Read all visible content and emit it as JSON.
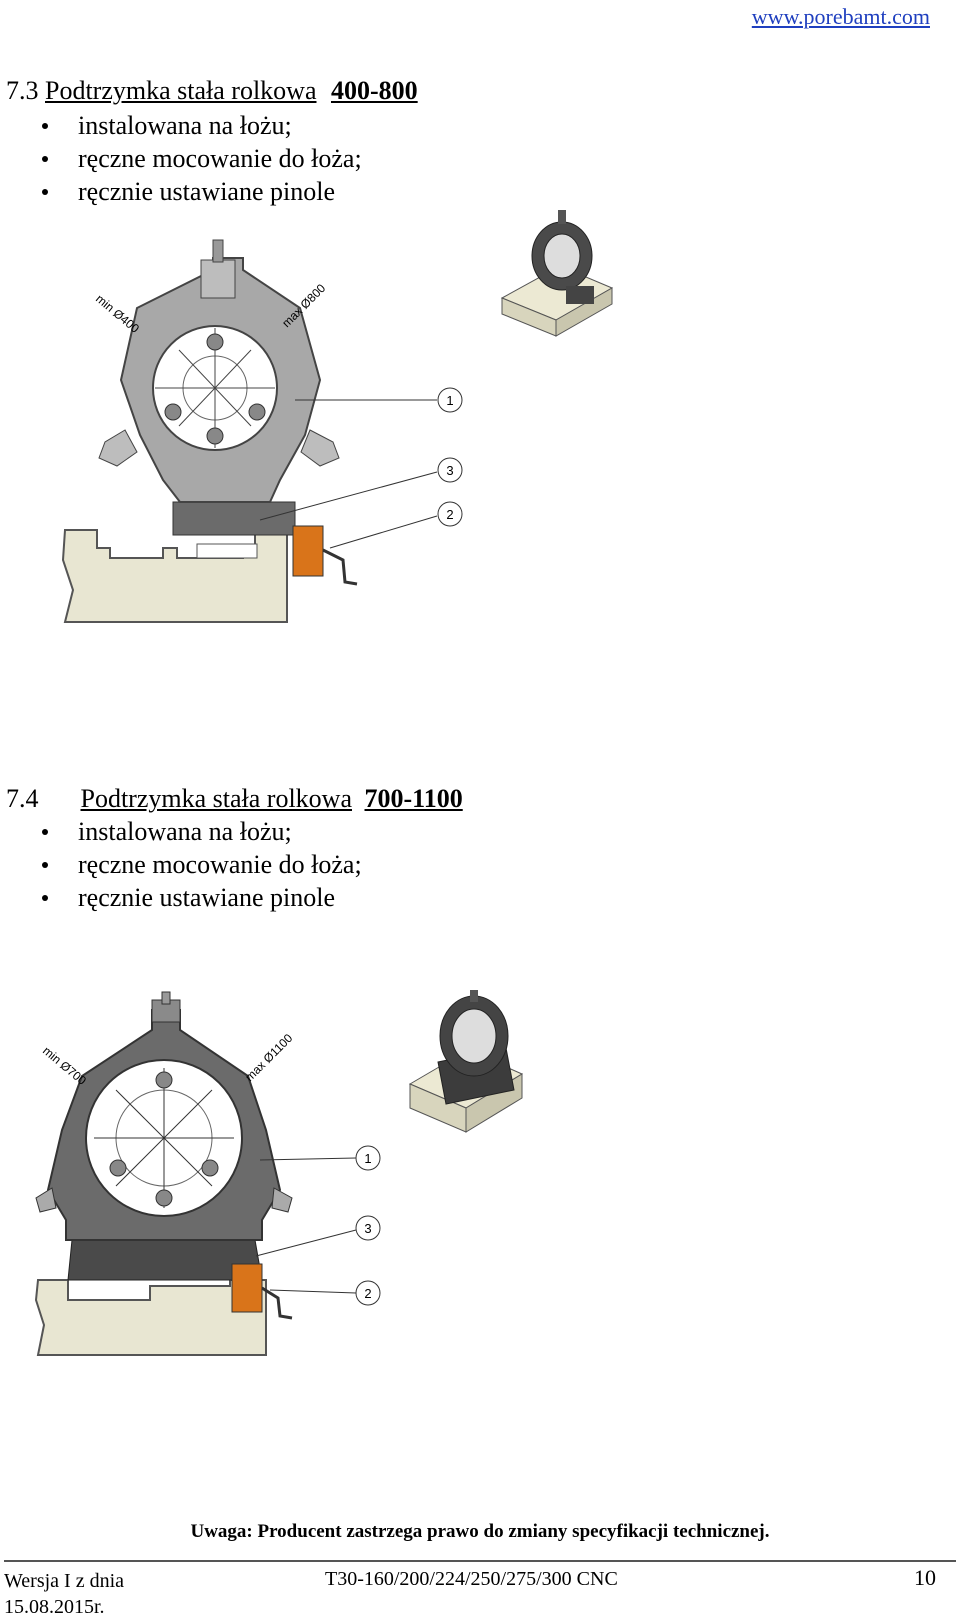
{
  "header": {
    "website": "www.porebamt.com"
  },
  "section_7_3": {
    "number": "7.3",
    "title": "Podtrzymka stała rolkowa",
    "range": "400-800",
    "bullets": [
      "instalowana na łożu;",
      "ręczne mocowanie do łoża;",
      "ręcznie ustawiane pinole"
    ],
    "drawing": {
      "min_label": "min Ø400",
      "max_label": "max Ø800",
      "callouts": [
        "1",
        "3",
        "2"
      ]
    }
  },
  "section_7_4": {
    "number": "7.4",
    "title": "Podtrzymka stała rolkowa",
    "range": "700-1100",
    "bullets": [
      "instalowana na łożu;",
      "ręczne mocowanie do łoża;",
      "ręcznie ustawiane pinole"
    ],
    "drawing": {
      "min_label": "min Ø700",
      "max_label": "max Ø1100",
      "callouts": [
        "1",
        "3",
        "2"
      ]
    }
  },
  "note": "Uwaga: Producent zastrzega prawo do zmiany specyfikacji technicznej.",
  "footer": {
    "version_line1": "Wersja I z dnia",
    "version_line2": "15.08.2015r.",
    "model": "T30-160/200/224/250/275/300 CNC",
    "page_number": "10"
  },
  "colors": {
    "link": "#1f3fbf",
    "body_gray": "#a8a8a8",
    "body_dark": "#6b6b6b",
    "bed": "#e8e6d2",
    "accent_orange": "#d9741a"
  }
}
